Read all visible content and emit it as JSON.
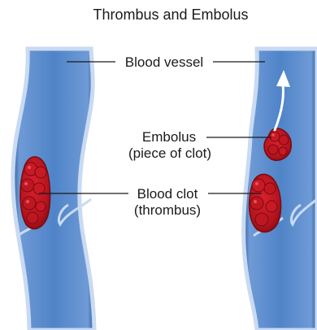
{
  "title": "Thrombus and Embolus",
  "labels": {
    "vessel": "Blood vessel",
    "embolus_line1": "Embolus",
    "embolus_line2": "(piece of clot)",
    "clot_line1": "Blood clot",
    "clot_line2": "(thrombus)"
  },
  "colors": {
    "vessel_fill": "#4a7fc4",
    "vessel_edge": "#c9daf1",
    "vessel_dark": "#2f5f9e",
    "clot": "#b3141e",
    "clot_dark": "#7a0a10",
    "clot_highlight": "#e0545a",
    "arrow": "#ffffff"
  },
  "icons": {
    "flow_arrow": "arrow-up-icon"
  }
}
